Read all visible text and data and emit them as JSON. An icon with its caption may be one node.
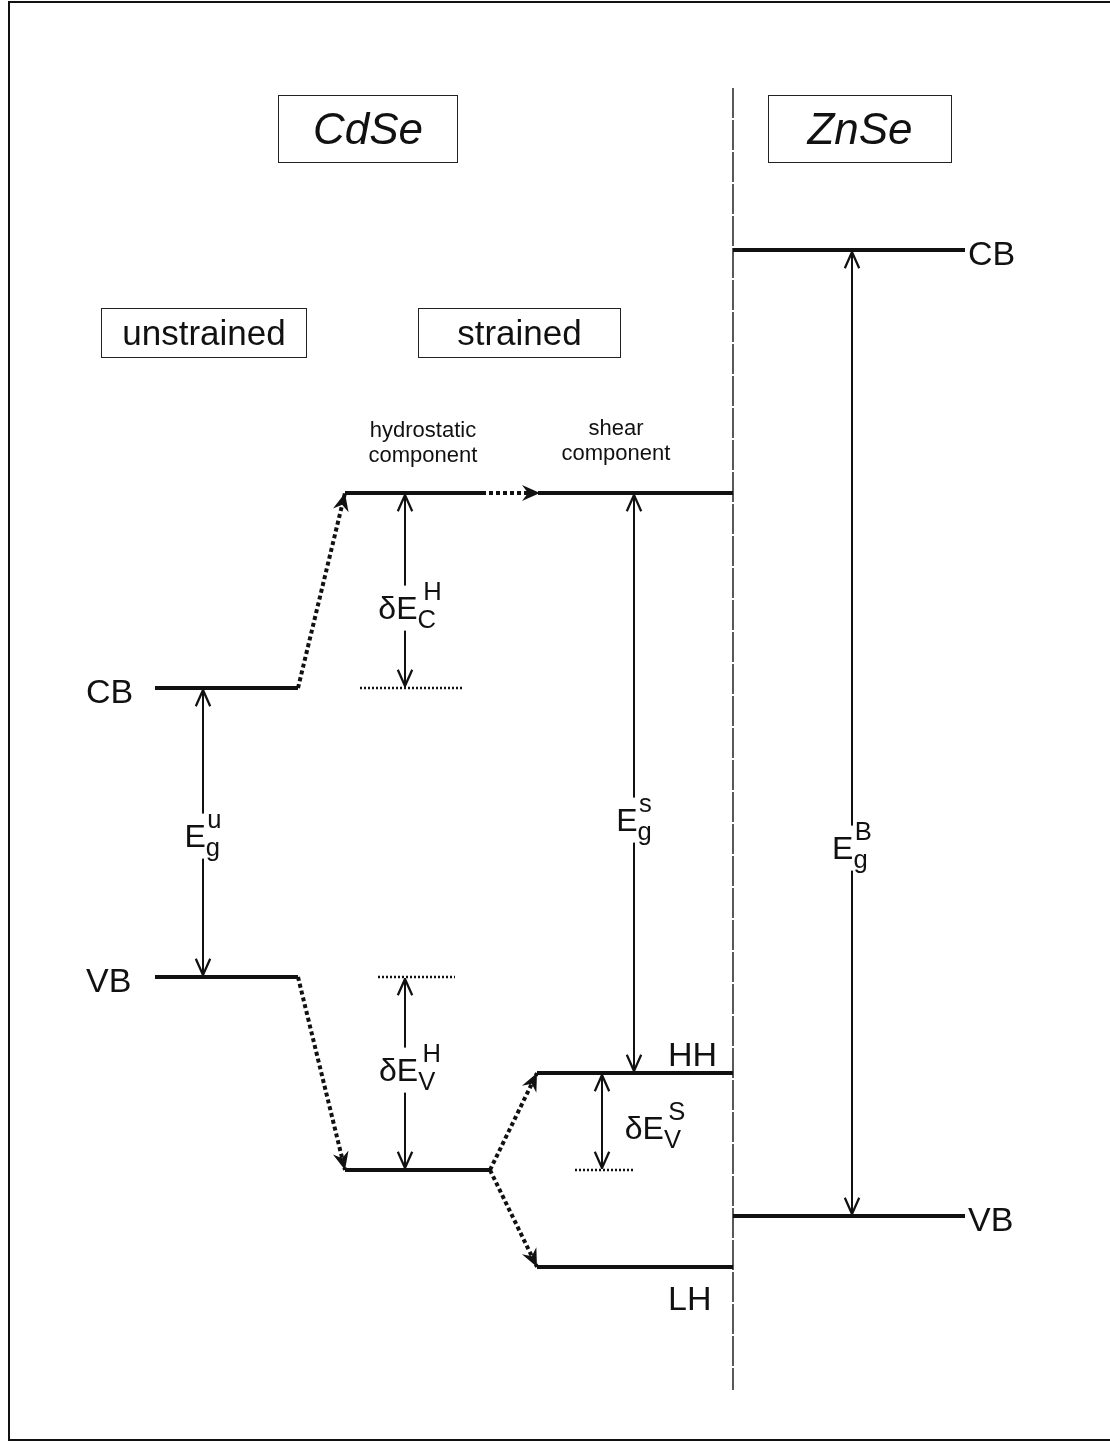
{
  "diagram": {
    "nodes": [
      {
        "text": [
          "CdSe"
        ]
      },
      {
        "text": [
          "ZnSe"
        ]
      },
      {
        "text": [
          "CB"
        ]
      },
      {
        "text": [
          "unstrained"
        ]
      },
      {
        "text": [
          "strained"
        ]
      },
      {
        "text": [],
        "shape": "bar"
      },
      {
        "text": [],
        "shape": "bar"
      },
      {
        "text": [
          "CB"
        ]
      },
      {
        "text": [
          "VB"
        ]
      },
      {
        "text": [
          "HH"
        ]
      },
      {
        "text": [],
        "shape": "bar"
      },
      {
        "text": [
          "VB"
        ]
      },
      {
        "text": [
          "LH"
        ]
      }
    ],
    "edges": [
      {
        "from": 7,
        "to": 5,
        "arrow": "to",
        "style": "dashed"
      },
      {
        "from": 5,
        "to": 6,
        "arrow": "to",
        "style": "dashed"
      },
      {
        "from": 8,
        "to": 10,
        "arrow": "to",
        "style": "dashed"
      },
      {
        "from": 10,
        "to": 9,
        "arrow": "to",
        "style": "dashed"
      },
      {
        "from": 10,
        "to": 12,
        "arrow": "to",
        "style": "dashed"
      },
      {
        "from": 7,
        "to": 8,
        "arrow": "both",
        "label": "E$_{g}$$^{u}$"
      },
      {
        "from": 6,
        "to": 9,
        "arrow": "both",
        "label": "E$_{g}$$^{s}$"
      },
      {
        "from": 2,
        "to": 11,
        "arrow": "both",
        "label": "E$_{g}$$^{B}$"
      }
    ],
    "labels": [
      "hydrostatic component",
      "shear component",
      "δE$_{C}$$^{H}$",
      "δE$_{V}$$^{H}$",
      "δE$_{V}$$^{S}$"
    ]
  }
}
